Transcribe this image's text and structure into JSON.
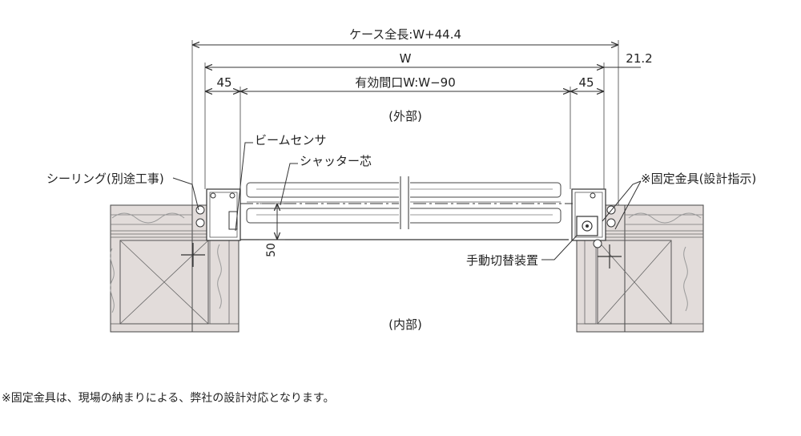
{
  "dimensions": {
    "case_length": "ケース全長:W+44.4",
    "width": "W",
    "offset_right": "21.2",
    "left_45": "45",
    "right_45": "45",
    "opening": "有効間口W:W−90",
    "height_50": "50"
  },
  "labels": {
    "exterior": "(外部)",
    "interior": "(内部)",
    "beam_sensor": "ビームセンサ",
    "shutter_core": "シャッター芯",
    "sealing": "シーリング(別途工事)",
    "fixing_bracket": "※固定金具(設計指示)",
    "manual_switch": "手動切替装置"
  },
  "footnote": "※固定金具は、現場の納まりによる、弊社の設計対応となります。",
  "colors": {
    "line": "#333333",
    "wall_fill": "#e2dcda",
    "insulation": "#9a9a9a"
  }
}
